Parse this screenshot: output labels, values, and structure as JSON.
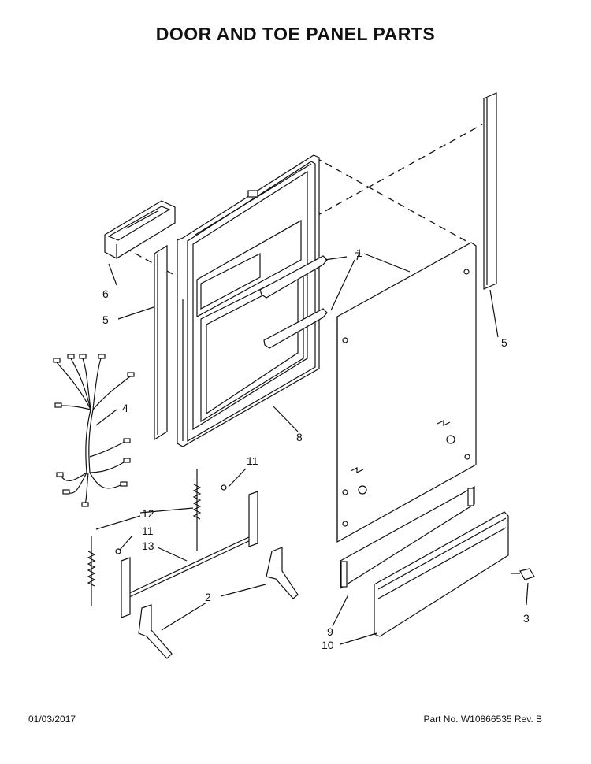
{
  "title": "DOOR AND TOE PANEL PARTS",
  "callouts": {
    "c1": "1",
    "c2": "2",
    "c3": "3",
    "c4": "4",
    "c5_left": "5",
    "c5_right": "5",
    "c6": "6",
    "c7": "7",
    "c8": "8",
    "c9": "9",
    "c10": "10",
    "c11_top": "11",
    "c11_mid": "11",
    "c12": "12",
    "c13": "13"
  },
  "footer": {
    "date": "01/03/2017",
    "part_number": "Part No.  W10866535  Rev.  B"
  }
}
